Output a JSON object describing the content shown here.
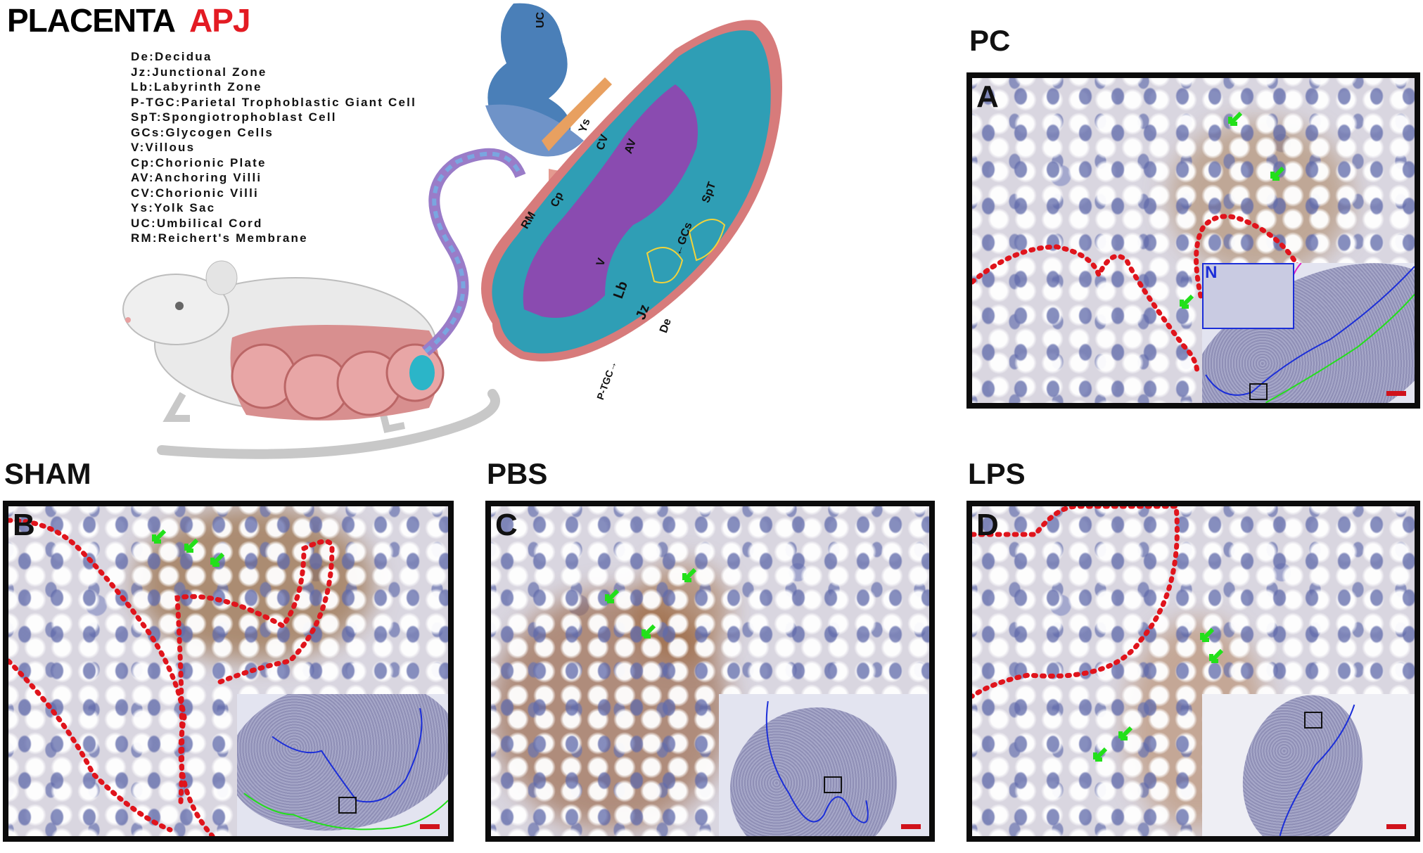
{
  "header": {
    "title": "PLACENTA",
    "title_highlight": "APJ"
  },
  "legend": [
    "De:Decidua",
    "Jz:Junctional Zone",
    "Lb:Labyrinth Zone",
    "P-TGC:Parietal Trophoblastic Giant Cell",
    "SpT:Spongiotrophoblast Cell",
    "GCs:Glycogen Cells",
    "V:Villous",
    "Cp:Chorionic Plate",
    "AV:Anchoring Villi",
    "CV:Chorionic Villi",
    "Ys:Yolk Sac",
    "UC:Umbilical Cord",
    "RM:Reichert's Membrane"
  ],
  "diagram_labels": {
    "uc": "UC",
    "ys": "Ys",
    "cv": "CV",
    "av": "AV",
    "rm": "RM",
    "cp": "Cp",
    "spt": "SpT",
    "gcs": "←GCs",
    "v": "V",
    "lb": "Lb",
    "jz": "Jz",
    "de": "De",
    "ptgc": "P-TGC→"
  },
  "panels": [
    {
      "group": "PC",
      "letter": "A",
      "inset_label": "N"
    },
    {
      "group": "SHAM",
      "letter": "B"
    },
    {
      "group": "PBS",
      "letter": "C"
    },
    {
      "group": "LPS",
      "letter": "D"
    }
  ],
  "colors": {
    "apj": "#e31b23",
    "outline": "#e0141c",
    "arrow": "#22e01a",
    "scale_bar": "#d0121b"
  }
}
